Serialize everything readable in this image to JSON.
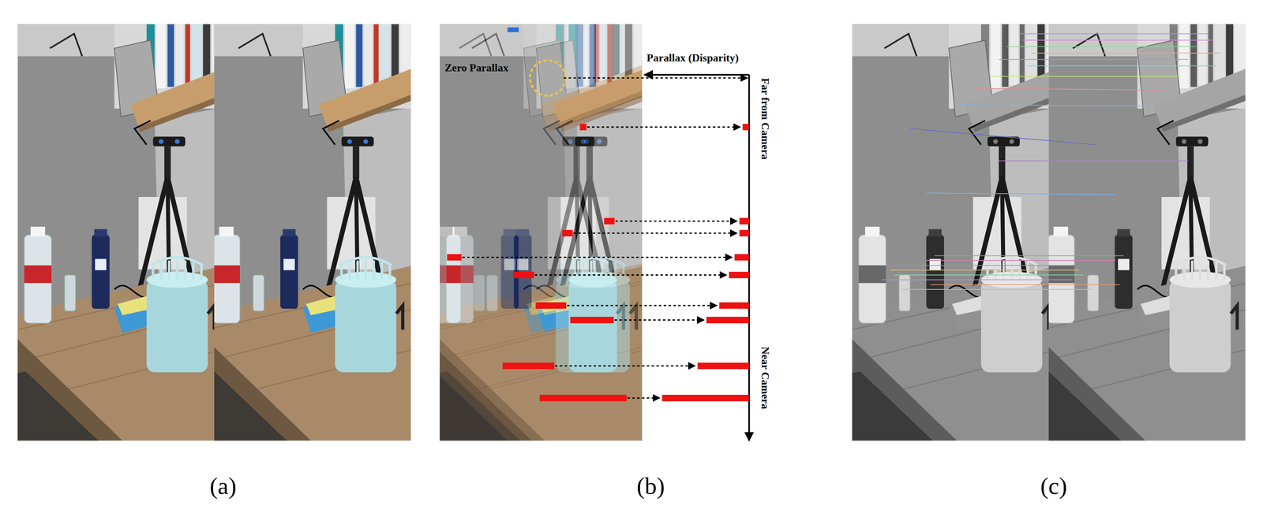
{
  "diagram": {
    "labels": [
      "Zero Parallax",
      "Parallax (Disparity)",
      "Far from Camera",
      "Near Camera",
      "(a)",
      "(b)",
      "(c)"
    ]
  }
}
